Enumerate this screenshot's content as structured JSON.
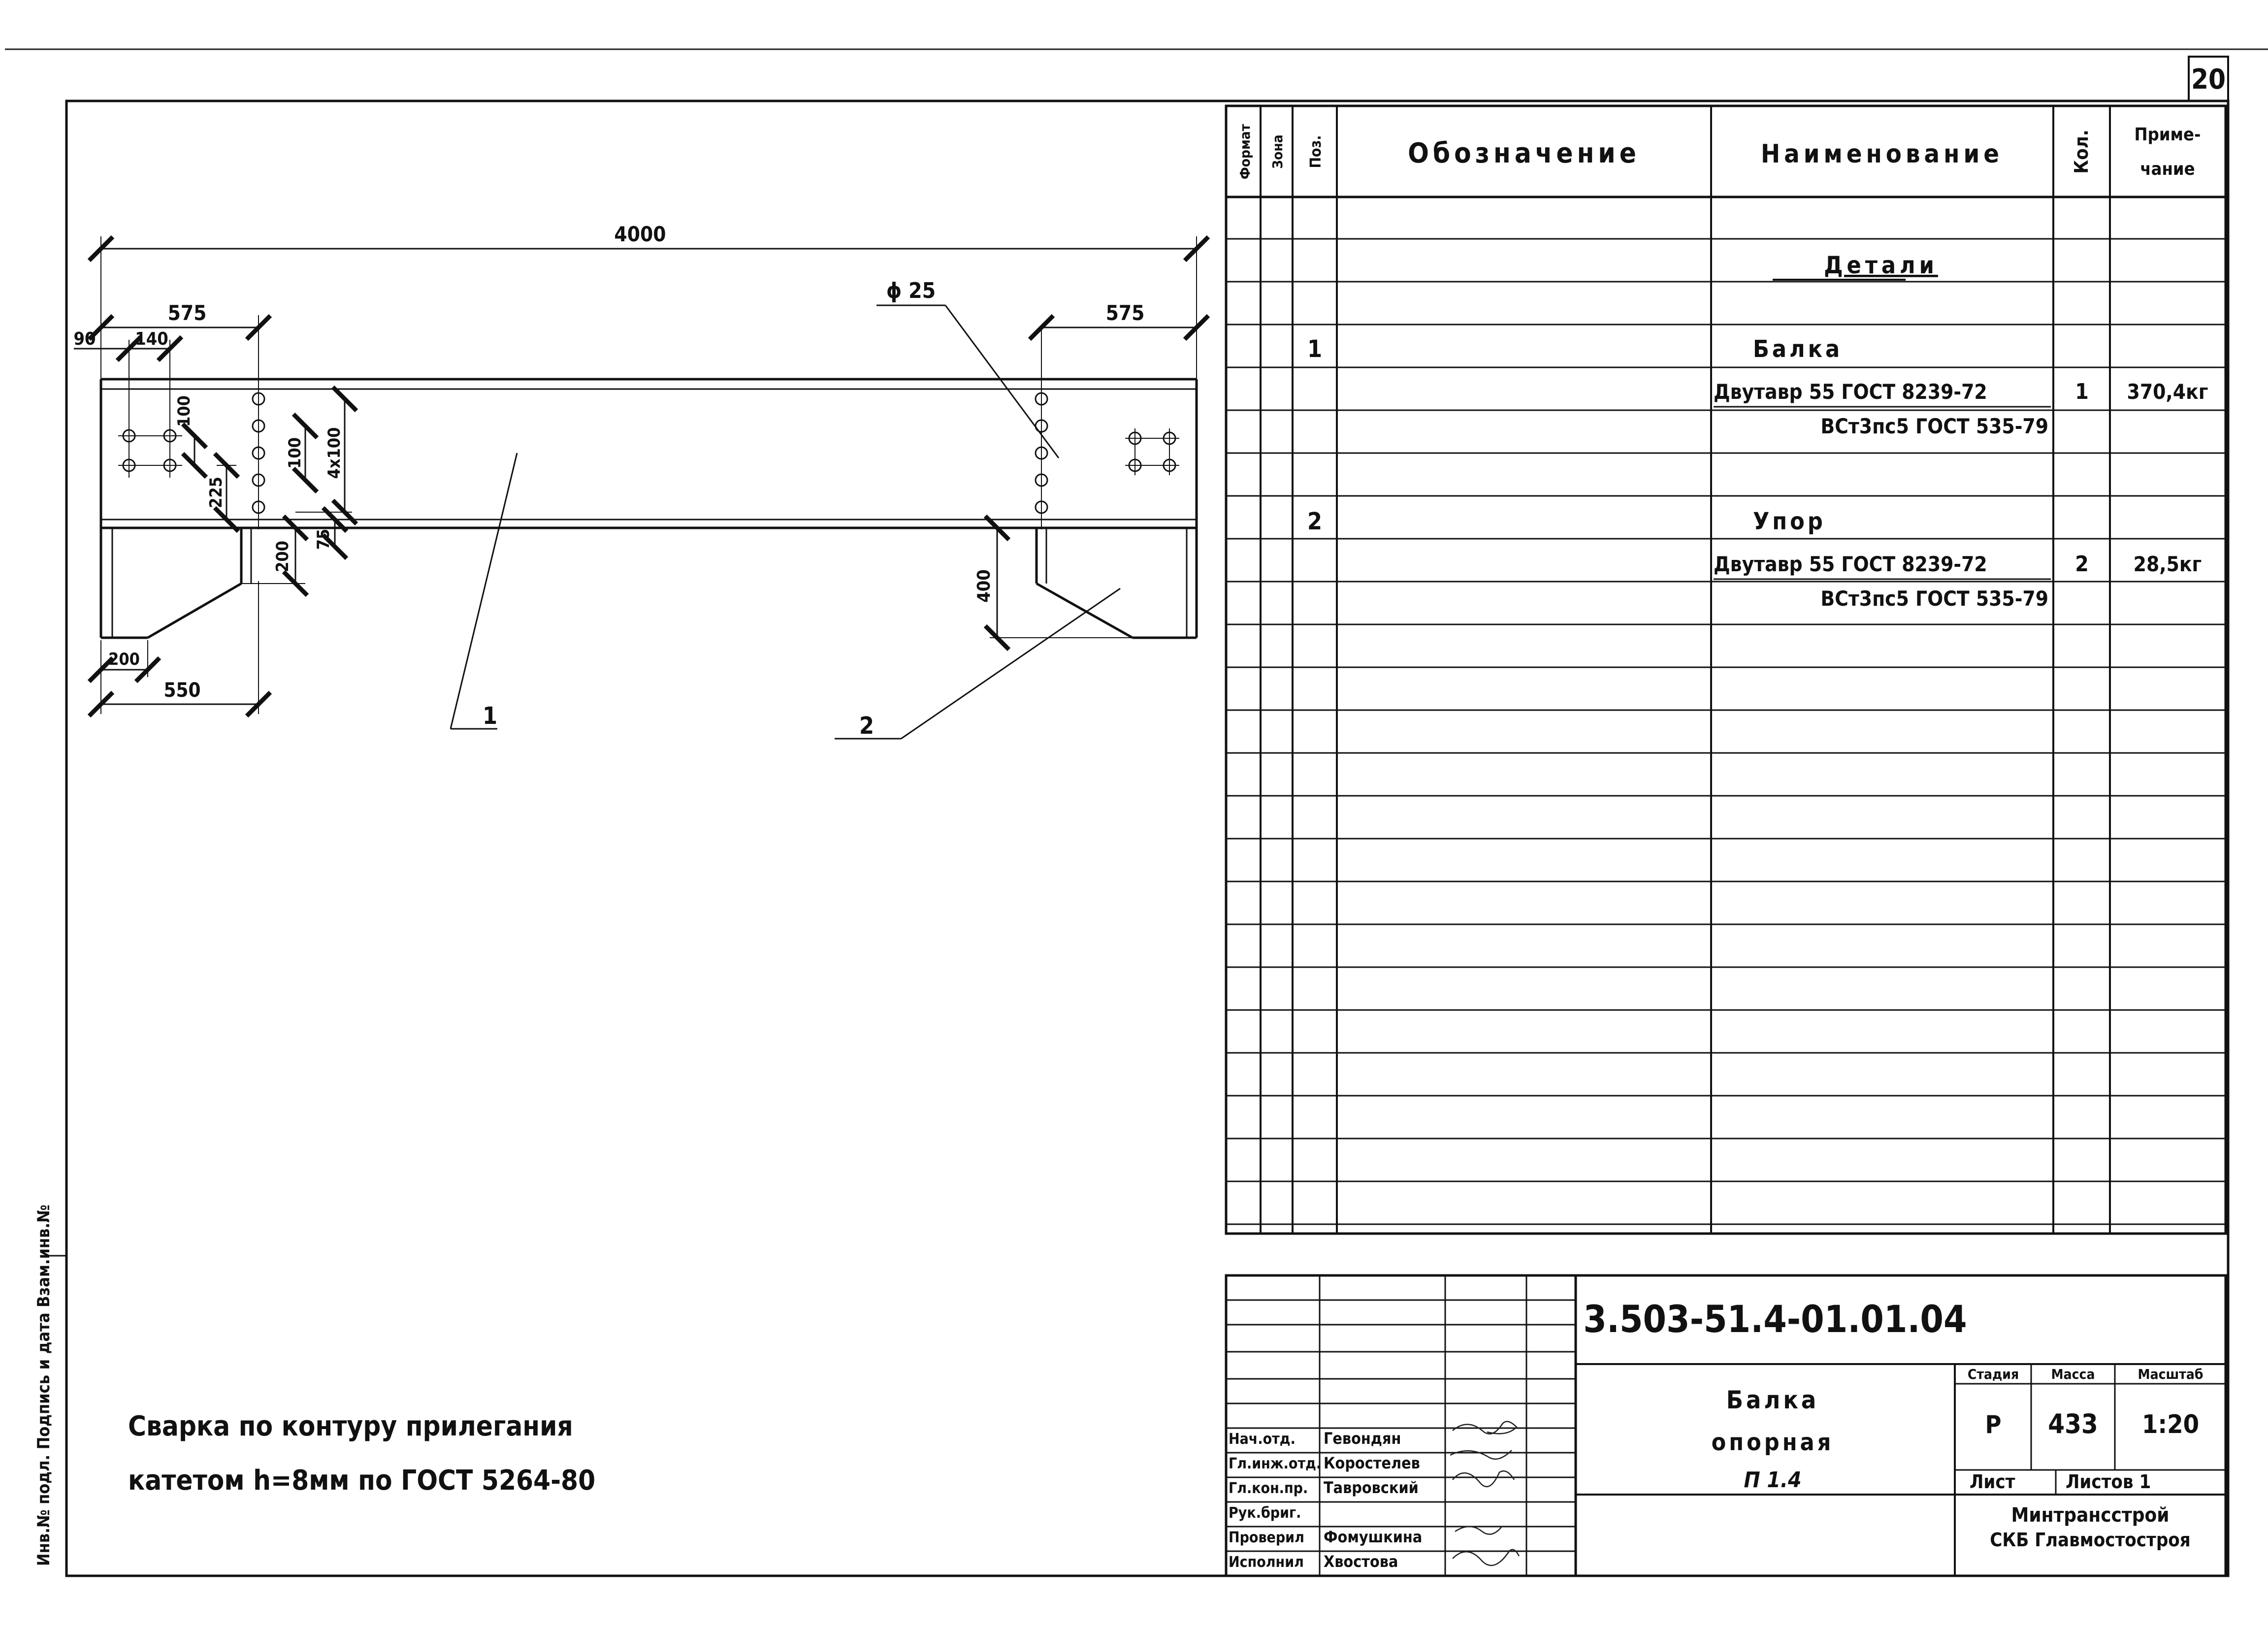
{
  "sheet": {
    "number": "20"
  },
  "drawing": {
    "dim_total": "4000",
    "dim_left_575": "575",
    "dim_right_575": "575",
    "dim_90": "90",
    "dim_140": "140",
    "dim_100": "100",
    "dim_225": "225",
    "dim_100b": "100",
    "dim_4x100": "4x100",
    "dim_200v": "200",
    "dim_75": "75",
    "dim_200h": "200",
    "dim_550": "550",
    "dim_400": "400",
    "hole_label": "ϕ 25",
    "pos_1": "1",
    "pos_2": "2"
  },
  "weld_note": {
    "line1": "Сварка по контуру прилегания",
    "line2": "катетом h=8мм по ГОСТ 5264-80"
  },
  "spec_table": {
    "headers": {
      "format": "Формат",
      "zone": "Зона",
      "pos": "Поз.",
      "designation": "Обозначение",
      "name": "Наименование",
      "qty": "Кол.",
      "note": "Приме-\nчание"
    },
    "section": "Детали",
    "items": [
      {
        "pos": "1",
        "title": "Балка",
        "line1": "Двутавр 55  ГОСТ 8239-72",
        "line2": "ВСт3пс5 ГОСТ 535-79",
        "qty": "1",
        "note": "370,4кг"
      },
      {
        "pos": "2",
        "title": "Упор",
        "line1": "Двутавр 55  ГОСТ 8239-72",
        "line2": "ВСт3пс5 ГОСТ 535-79",
        "qty": "2",
        "note": "28,5кг"
      }
    ]
  },
  "title_block": {
    "doc_code": "3.503-51.4-01.01.04",
    "name_line1": "Балка",
    "name_line2": "опорная",
    "name_line3": "П 1.4",
    "stage_label": "Стадия",
    "mass_label": "Масса",
    "scale_label": "Масштаб",
    "stage": "Р",
    "mass": "433",
    "scale": "1:20",
    "sheet_label": "Лист",
    "sheets_label": "Листов 1",
    "org_line1": "Минтрансстрой",
    "org_line2": "СКБ Главмостостроя",
    "roles": [
      {
        "role": "Нач.отд.",
        "name": "Гевондян"
      },
      {
        "role": "Гл.инж.отд.",
        "name": "Коростелев"
      },
      {
        "role": "Гл.кон.пр.",
        "name": "Тавровский"
      },
      {
        "role": "Рук.бриг.",
        "name": ""
      },
      {
        "role": "Проверил",
        "name": "Фомушкина"
      },
      {
        "role": "Исполнил",
        "name": "Хвостова"
      }
    ]
  },
  "side_stamp": "Инв.№ подл.  Подпись и дата  Взам.инв.№"
}
